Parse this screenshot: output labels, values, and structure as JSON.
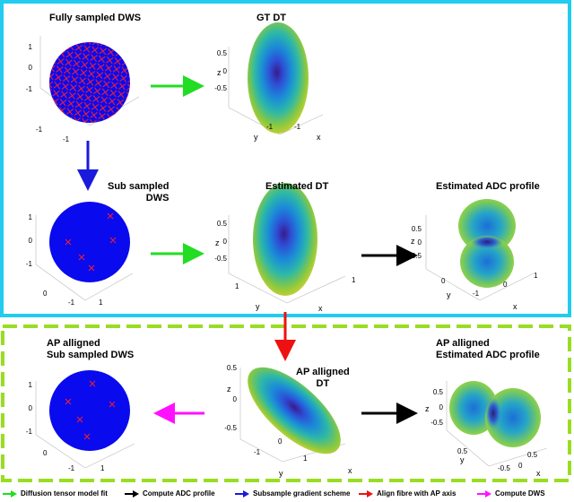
{
  "titles": {
    "fully_sampled": "Fully sampled DWS",
    "gt_dt": "GT DT",
    "sub_sampled_line1": "Sub sampled",
    "sub_sampled_line2": "DWS",
    "estimated_dt": "Estimated DT",
    "estimated_adc": "Estimated ADC profile",
    "ap_sub_line1": "AP alligned",
    "ap_sub_line2": "Sub sampled DWS",
    "ap_dt_line1": "AP alligned",
    "ap_dt_line2": "DT",
    "ap_adc_line1": "AP alligned",
    "ap_adc_line2": "Estimated ADC profile"
  },
  "axes": {
    "ticks_sym1": [
      "1",
      "0",
      "-1"
    ],
    "ticks_sym05": [
      "0.5",
      "0",
      "-0.5"
    ],
    "ticks_x1": [
      "-1",
      "0",
      "1"
    ],
    "ticks_x05": [
      "-0.5",
      "0",
      "0.5"
    ],
    "x": "x",
    "y": "y",
    "z": "z"
  },
  "legend": [
    {
      "label": "Diffusion tensor model fit",
      "color": "#22dd22"
    },
    {
      "label": "Compute ADC profile",
      "color": "#000000"
    },
    {
      "label": "Subsample gradient scheme",
      "color": "#1a1adc"
    },
    {
      "label": "Align fibre with AP axis",
      "color": "#ee1111"
    },
    {
      "label": "Compute DWS",
      "color": "#ff11ff"
    }
  ],
  "colors": {
    "frame_top": "#22ccee",
    "frame_bottom": "#99dd22",
    "sphere": "#0a0aee",
    "cross": "#ff2222"
  }
}
